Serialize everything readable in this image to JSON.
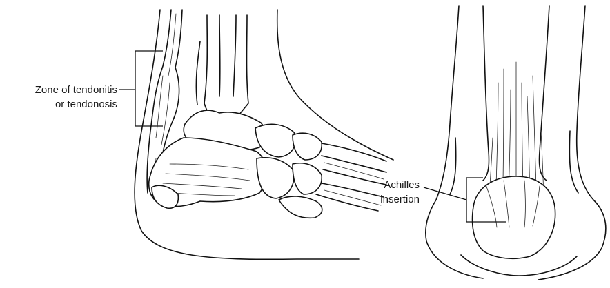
{
  "labels": {
    "zone_line1": "Zone of tendonitis",
    "zone_line2": "or tendonosis",
    "achilles_line1": "Achilles",
    "achilles_line2": "insertion"
  }
}
